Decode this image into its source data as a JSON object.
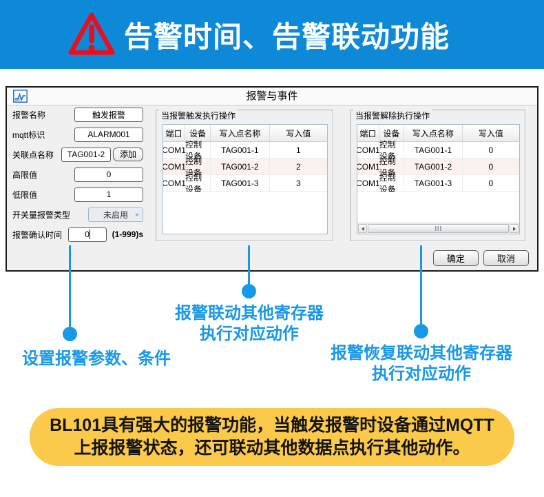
{
  "colors": {
    "header_blue": "#0d89d7",
    "annotation_blue": "#1798e8",
    "warning_red": "#e8101e",
    "note_yellow": "#fcca4b",
    "dialog_bg": "#f0f0f0"
  },
  "header": {
    "title": "告警时间、告警联动功能"
  },
  "dialog": {
    "title": "报警与事件",
    "form": {
      "fields": [
        {
          "label": "报警名称",
          "value": "触发报警"
        },
        {
          "label": "mqtt标识",
          "value": "ALARM001"
        },
        {
          "label": "关联点名称",
          "value": "TAG001-2",
          "button": "添加"
        },
        {
          "label": "高限值",
          "value": "0"
        },
        {
          "label": "低限值",
          "value": "1"
        },
        {
          "label": "开关量报警类型",
          "value": "未启用"
        },
        {
          "label": "报警确认时间",
          "value": "0",
          "suffix": "(1-999)s"
        }
      ]
    },
    "trigger_group": {
      "title": "当报警触发执行操作",
      "columns": [
        "端口",
        "设备",
        "写入点名称",
        "写入值"
      ],
      "rows": [
        [
          "COM1",
          "控制设备",
          "TAG001-1",
          "1"
        ],
        [
          "COM1",
          "控制设备",
          "TAG001-2",
          "2"
        ],
        [
          "COM1",
          "控制设备",
          "TAG001-3",
          "3"
        ]
      ]
    },
    "release_group": {
      "title": "当报警解除执行操作",
      "columns": [
        "端口",
        "设备",
        "写入点名称",
        "写入值"
      ],
      "rows": [
        [
          "COM1",
          "控制设备",
          "TAG001-1",
          "0"
        ],
        [
          "COM1",
          "控制设备",
          "TAG001-2",
          "0"
        ],
        [
          "COM1",
          "控制设备",
          "TAG001-3",
          "0"
        ]
      ]
    },
    "buttons": {
      "ok": "确定",
      "cancel": "取消"
    }
  },
  "callouts": {
    "left": {
      "text": "设置报警参数、条件"
    },
    "middle": {
      "line1": "报警联动其他寄存器",
      "line2": "执行对应动作"
    },
    "right": {
      "line1": "报警恢复联动其他寄存器",
      "line2": "执行对应动作"
    }
  },
  "banner": {
    "line1": "BL101具有强大的报警功能，当触发报警时设备通过MQTT",
    "line2": "上报报警状态，还可联动其他数据点执行其他动作。"
  }
}
